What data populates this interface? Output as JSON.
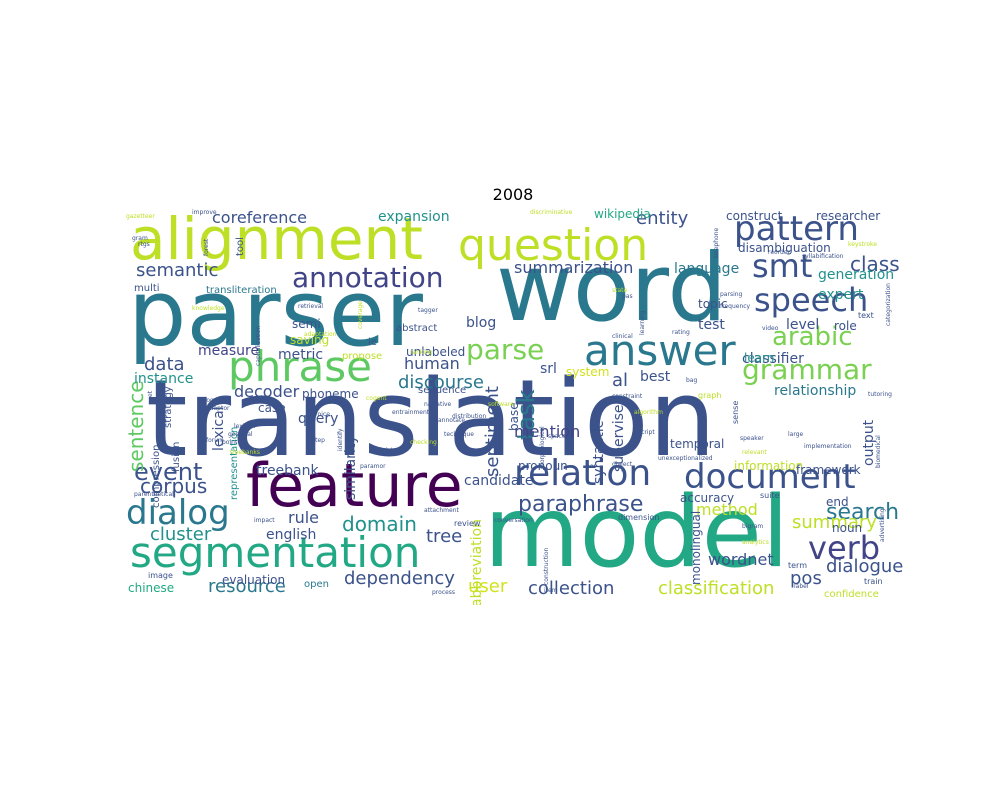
{
  "figure": {
    "title": "2008"
  },
  "palette": {
    "dark_purple": "#440154",
    "indigo": "#3b528b",
    "blue_purple": "#414487",
    "teal_blue": "#2a788e",
    "teal": "#21918c",
    "green_teal": "#22a884",
    "green": "#5ec962",
    "lime": "#7ad151",
    "yellow_green": "#bddf26",
    "yellow": "#d2e21b"
  },
  "words": [
    {
      "text": "translation",
      "color": "#3b528b",
      "weight": 1.0
    },
    {
      "text": "parser",
      "color": "#2a788e",
      "weight": 0.9
    },
    {
      "text": "word",
      "color": "#2a788e",
      "weight": 0.85
    },
    {
      "text": "model",
      "color": "#22a884",
      "weight": 0.85
    },
    {
      "text": "alignment",
      "color": "#bddf26",
      "weight": 0.6
    },
    {
      "text": "feature",
      "color": "#440154",
      "weight": 0.6
    },
    {
      "text": "question",
      "color": "#bddf26",
      "weight": 0.45
    },
    {
      "text": "answer",
      "color": "#2a788e",
      "weight": 0.42
    },
    {
      "text": "segmentation",
      "color": "#22a884",
      "weight": 0.42
    },
    {
      "text": "phrase",
      "color": "#5ec962",
      "weight": 0.42
    },
    {
      "text": "relation",
      "color": "#3b528b",
      "weight": 0.38
    },
    {
      "text": "document",
      "color": "#3b528b",
      "weight": 0.36
    },
    {
      "text": "dialog",
      "color": "#2a788e",
      "weight": 0.3
    },
    {
      "text": "pattern",
      "color": "#3b528b",
      "weight": 0.3
    },
    {
      "text": "smt",
      "color": "#3b528b",
      "weight": 0.28
    },
    {
      "text": "speech",
      "color": "#3b528b",
      "weight": 0.28
    },
    {
      "text": "verb",
      "color": "#414487",
      "weight": 0.28
    },
    {
      "text": "annotation",
      "color": "#414487",
      "weight": 0.26
    },
    {
      "text": "parse",
      "color": "#7ad151",
      "weight": 0.26
    },
    {
      "text": "grammar",
      "color": "#7ad151",
      "weight": 0.26
    },
    {
      "text": "arabic",
      "color": "#7ad151",
      "weight": 0.25
    },
    {
      "text": "event",
      "color": "#3b528b",
      "weight": 0.22
    },
    {
      "text": "paraphrase",
      "color": "#3b528b",
      "weight": 0.2
    },
    {
      "text": "sentence",
      "color": "#5ec962",
      "weight": 0.2
    },
    {
      "text": "task",
      "color": "#2a788e",
      "weight": 0.2
    },
    {
      "text": "class",
      "color": "#3b528b",
      "weight": 0.18
    },
    {
      "text": "search",
      "color": "#2a788e",
      "weight": 0.18
    },
    {
      "text": "corpus",
      "color": "#3b528b",
      "weight": 0.18
    },
    {
      "text": "domain",
      "color": "#21918c",
      "weight": 0.18
    },
    {
      "text": "cluster",
      "color": "#21918c",
      "weight": 0.16
    },
    {
      "text": "summary",
      "color": "#bddf26",
      "weight": 0.16
    },
    {
      "text": "dialogue",
      "color": "#3b528b",
      "weight": 0.16
    },
    {
      "text": "collection",
      "color": "#3b528b",
      "weight": 0.16
    },
    {
      "text": "classification",
      "color": "#bddf26",
      "weight": 0.16
    },
    {
      "text": "data",
      "color": "#3b528b",
      "weight": 0.15
    },
    {
      "text": "semantic",
      "color": "#3b528b",
      "weight": 0.14
    },
    {
      "text": "sentiment",
      "color": "#3b528b",
      "weight": 0.14
    },
    {
      "text": "dependency",
      "color": "#3b528b",
      "weight": 0.14
    },
    {
      "text": "discourse",
      "color": "#2a788e",
      "weight": 0.14
    },
    {
      "text": "mention",
      "color": "#414487",
      "weight": 0.14
    },
    {
      "text": "resource",
      "color": "#2a788e",
      "weight": 0.14
    },
    {
      "text": "entity",
      "color": "#3b528b",
      "weight": 0.13
    },
    {
      "text": "summarization",
      "color": "#3b528b",
      "weight": 0.12
    },
    {
      "text": "coreference",
      "color": "#3b528b",
      "weight": 0.12
    },
    {
      "text": "method",
      "color": "#bddf26",
      "weight": 0.12
    },
    {
      "text": "user",
      "color": "#d2e21b",
      "weight": 0.12
    },
    {
      "text": "pos",
      "color": "#3b528b",
      "weight": 0.12
    },
    {
      "text": "tree",
      "color": "#3b528b",
      "weight": 0.12
    },
    {
      "text": "rule",
      "color": "#3b528b",
      "weight": 0.11
    },
    {
      "text": "al",
      "color": "#3b528b",
      "weight": 0.11
    },
    {
      "text": "human",
      "color": "#3b528b",
      "weight": 0.1
    },
    {
      "text": "decoder",
      "color": "#3b528b",
      "weight": 0.1
    },
    {
      "text": "expansion",
      "color": "#21918c",
      "weight": 0.1
    },
    {
      "text": "relationship",
      "color": "#2a788e",
      "weight": 0.1
    },
    {
      "text": "wordnet",
      "color": "#3b528b",
      "weight": 0.1
    },
    {
      "text": "abbreviation",
      "color": "#bddf26",
      "weight": 0.09
    },
    {
      "text": "language",
      "color": "#2a788e",
      "weight": 0.09
    },
    {
      "text": "generation",
      "color": "#21918c",
      "weight": 0.09
    },
    {
      "text": "query",
      "color": "#3b528b",
      "weight": 0.09
    },
    {
      "text": "instance",
      "color": "#21918c",
      "weight": 0.09
    },
    {
      "text": "measure",
      "color": "#414487",
      "weight": 0.09
    },
    {
      "text": "metric",
      "color": "#3b528b",
      "weight": 0.09
    },
    {
      "text": "level",
      "color": "#3b528b",
      "weight": 0.09
    },
    {
      "text": "classifier",
      "color": "#3b528b",
      "weight": 0.09
    },
    {
      "text": "best",
      "color": "#3b528b",
      "weight": 0.09
    },
    {
      "text": "output",
      "color": "#3b528b",
      "weight": 0.09
    },
    {
      "text": "english",
      "color": "#3b528b",
      "weight": 0.09
    },
    {
      "text": "evaluation",
      "color": "#3b528b",
      "weight": 0.09
    },
    {
      "text": "chinese",
      "color": "#22a884",
      "weight": 0.09
    },
    {
      "text": "treebank",
      "color": "#3b528b",
      "weight": 0.09
    },
    {
      "text": "candidate",
      "color": "#3b528b",
      "weight": 0.09
    },
    {
      "text": "researcher",
      "color": "#3b528b",
      "weight": 0.08
    },
    {
      "text": "wikipedia",
      "color": "#22a884",
      "weight": 0.08
    },
    {
      "text": "construct",
      "color": "#3b528b",
      "weight": 0.08
    },
    {
      "text": "disambiguation",
      "color": "#3b528b",
      "weight": 0.08
    },
    {
      "text": "lexical",
      "color": "#3b528b",
      "weight": 0.08
    },
    {
      "text": "similarity",
      "color": "#3b528b",
      "weight": 0.08
    },
    {
      "text": "srl",
      "color": "#3b528b",
      "weight": 0.08
    },
    {
      "text": "blog",
      "color": "#3b528b",
      "weight": 0.08
    },
    {
      "text": "test",
      "color": "#3b528b",
      "weight": 0.08
    },
    {
      "text": "topic",
      "color": "#3b528b",
      "weight": 0.08
    },
    {
      "text": "expert",
      "color": "#21918c",
      "weight": 0.08
    },
    {
      "text": "role",
      "color": "#3b528b",
      "weight": 0.08
    },
    {
      "text": "learn",
      "color": "#21918c",
      "weight": 0.08
    },
    {
      "text": "system",
      "color": "#d2e21b",
      "weight": 0.08
    },
    {
      "text": "supervise",
      "color": "#3b528b",
      "weight": 0.08
    },
    {
      "text": "syntactic",
      "color": "#3b528b",
      "weight": 0.08
    },
    {
      "text": "temporal",
      "color": "#3b528b",
      "weight": 0.08
    },
    {
      "text": "semi",
      "color": "#3b528b",
      "weight": 0.08
    },
    {
      "text": "saving",
      "color": "#bddf26",
      "weight": 0.08
    },
    {
      "text": "unlabeled",
      "color": "#3b528b",
      "weight": 0.08
    },
    {
      "text": "base",
      "color": "#3b528b",
      "weight": 0.08
    },
    {
      "text": "phoneme",
      "color": "#3b528b",
      "weight": 0.08
    },
    {
      "text": "case",
      "color": "#3b528b",
      "weight": 0.07
    },
    {
      "text": "pronoun",
      "color": "#3b528b",
      "weight": 0.07
    },
    {
      "text": "accuracy",
      "color": "#3b528b",
      "weight": 0.07
    },
    {
      "text": "information",
      "color": "#bddf26",
      "weight": 0.07
    },
    {
      "text": "framework",
      "color": "#3b528b",
      "weight": 0.07
    },
    {
      "text": "noun",
      "color": "#3b528b",
      "weight": 0.07
    },
    {
      "text": "end",
      "color": "#3b528b",
      "weight": 0.07
    },
    {
      "text": "monolingual",
      "color": "#3b528b",
      "weight": 0.07
    },
    {
      "text": "open",
      "color": "#2a788e",
      "weight": 0.07
    },
    {
      "text": "tool",
      "color": "#3b528b",
      "weight": 0.07
    },
    {
      "text": "multi",
      "color": "#3b528b",
      "weight": 0.06
    },
    {
      "text": "transliteration",
      "color": "#2a788e",
      "weight": 0.06
    },
    {
      "text": "fusion",
      "color": "#3b528b",
      "weight": 0.06
    },
    {
      "text": "compression",
      "color": "#3b528b",
      "weight": 0.06
    },
    {
      "text": "representation",
      "color": "#21918c",
      "weight": 0.06
    },
    {
      "text": "strategy",
      "color": "#3b528b",
      "weight": 0.06
    },
    {
      "text": "propose",
      "color": "#bddf26",
      "weight": 0.06
    },
    {
      "text": "ie",
      "color": "#3b528b",
      "weight": 0.06
    },
    {
      "text": "sequence",
      "color": "#3b528b",
      "weight": 0.06
    },
    {
      "text": "abstract",
      "color": "#3b528b",
      "weight": 0.06
    },
    {
      "text": "gazetteer",
      "color": "#bddf26",
      "weight": 0.04
    },
    {
      "text": "improve",
      "color": "#3b528b",
      "weight": 0.04
    },
    {
      "text": "gram",
      "color": "#3b528b",
      "weight": 0.04
    },
    {
      "text": "rtgs",
      "color": "#3b528b",
      "weight": 0.04
    },
    {
      "text": "forest",
      "color": "#3b528b",
      "weight": 0.04
    },
    {
      "text": "knowledge",
      "color": "#bddf26",
      "weight": 0.04
    },
    {
      "text": "retrieval",
      "color": "#3b528b",
      "weight": 0.04
    },
    {
      "text": "capitalization",
      "color": "#3b528b",
      "weight": 0.04
    },
    {
      "text": "coverage",
      "color": "#bddf26",
      "weight": 0.04
    },
    {
      "text": "roget",
      "color": "#3b528b",
      "weight": 0.04
    },
    {
      "text": "adaptor",
      "color": "#3b528b",
      "weight": 0.04
    },
    {
      "text": "adaptation",
      "color": "#bddf26",
      "weight": 0.04
    },
    {
      "text": "narrative",
      "color": "#3b528b",
      "weight": 0.04
    },
    {
      "text": "annotate",
      "color": "#3b528b",
      "weight": 0.04
    },
    {
      "text": "tagger",
      "color": "#3b528b",
      "weight": 0.04
    },
    {
      "text": "entrainment",
      "color": "#3b528b",
      "weight": 0.04
    },
    {
      "text": "ranking",
      "color": "#bddf26",
      "weight": 0.04
    },
    {
      "text": "cogent",
      "color": "#bddf26",
      "weight": 0.04
    },
    {
      "text": "discriminative",
      "color": "#bddf26",
      "weight": 0.04
    },
    {
      "text": "state",
      "color": "#bddf26",
      "weight": 0.04
    },
    {
      "text": "pas",
      "color": "#3b528b",
      "weight": 0.04
    },
    {
      "text": "learning",
      "color": "#3b528b",
      "weight": 0.04
    },
    {
      "text": "parsing",
      "color": "#3b528b",
      "weight": 0.04
    },
    {
      "text": "frequency",
      "color": "#3b528b",
      "weight": 0.04
    },
    {
      "text": "rating",
      "color": "#3b528b",
      "weight": 0.04
    },
    {
      "text": "video",
      "color": "#3b528b",
      "weight": 0.04
    },
    {
      "text": "text",
      "color": "#3b528b",
      "weight": 0.04
    },
    {
      "text": "reorder",
      "color": "#3b528b",
      "weight": 0.04
    },
    {
      "text": "keystroke",
      "color": "#bddf26",
      "weight": 0.04
    },
    {
      "text": "syllabification",
      "color": "#3b528b",
      "weight": 0.04
    },
    {
      "text": "telephone",
      "color": "#3b528b",
      "weight": 0.04
    },
    {
      "text": "categorization",
      "color": "#3b528b",
      "weight": 0.04
    },
    {
      "text": "tutoring",
      "color": "#3b528b",
      "weight": 0.04
    },
    {
      "text": "clinical",
      "color": "#3b528b",
      "weight": 0.04
    },
    {
      "text": "constraint",
      "color": "#3b528b",
      "weight": 0.04
    },
    {
      "text": "algorithm",
      "color": "#bddf26",
      "weight": 0.04
    },
    {
      "text": "bag",
      "color": "#3b528b",
      "weight": 0.04
    },
    {
      "text": "graph",
      "color": "#bddf26",
      "weight": 0.04
    },
    {
      "text": "sense",
      "color": "#3b528b",
      "weight": 0.04
    },
    {
      "text": "voice",
      "color": "#3b528b",
      "weight": 0.04
    },
    {
      "text": "identify",
      "color": "#3b528b",
      "weight": 0.04
    },
    {
      "text": "distribution",
      "color": "#3b528b",
      "weight": 0.04
    },
    {
      "text": "morphological",
      "color": "#3b528b",
      "weight": 0.04
    },
    {
      "text": "lexicon",
      "color": "#3b528b",
      "weight": 0.04
    },
    {
      "text": "gestural",
      "color": "#3b528b",
      "weight": 0.04
    },
    {
      "text": "forum",
      "color": "#3b528b",
      "weight": 0.04
    },
    {
      "text": "point",
      "color": "#3b528b",
      "weight": 0.04
    },
    {
      "text": "treebanks",
      "color": "#bddf26",
      "weight": 0.04
    },
    {
      "text": "step",
      "color": "#3b528b",
      "weight": 0.04
    },
    {
      "text": "joint",
      "color": "#3b528b",
      "weight": 0.04
    },
    {
      "text": "checking",
      "color": "#bddf26",
      "weight": 0.04
    },
    {
      "text": "technique",
      "color": "#3b528b",
      "weight": 0.04
    },
    {
      "text": "space",
      "color": "#3b528b",
      "weight": 0.04
    },
    {
      "text": "script",
      "color": "#3b528b",
      "weight": 0.04
    },
    {
      "text": "speaker",
      "color": "#3b528b",
      "weight": 0.04
    },
    {
      "text": "large",
      "color": "#3b528b",
      "weight": 0.04
    },
    {
      "text": "biomedical",
      "color": "#3b528b",
      "weight": 0.04
    },
    {
      "text": "implementation",
      "color": "#3b528b",
      "weight": 0.04
    },
    {
      "text": "relevant",
      "color": "#bddf26",
      "weight": 0.04
    },
    {
      "text": "dialect",
      "color": "#3b528b",
      "weight": 0.04
    },
    {
      "text": "ner",
      "color": "#3b528b",
      "weight": 0.04
    },
    {
      "text": "unexceptionalized",
      "color": "#3b528b",
      "weight": 0.04
    },
    {
      "text": "paramor",
      "color": "#3b528b",
      "weight": 0.04
    },
    {
      "text": "parenthetical",
      "color": "#3b528b",
      "weight": 0.04
    },
    {
      "text": "impact",
      "color": "#3b528b",
      "weight": 0.04
    },
    {
      "text": "attachment",
      "color": "#3b528b",
      "weight": 0.04
    },
    {
      "text": "review",
      "color": "#3b528b",
      "weight": 0.04
    },
    {
      "text": "conversation",
      "color": "#3b528b",
      "weight": 0.04
    },
    {
      "text": "construction",
      "color": "#3b528b",
      "weight": 0.04
    },
    {
      "text": "dimension",
      "color": "#3b528b",
      "weight": 0.04
    },
    {
      "text": "item",
      "color": "#3b528b",
      "weight": 0.04
    },
    {
      "text": "suite",
      "color": "#3b528b",
      "weight": 0.04
    },
    {
      "text": "bigram",
      "color": "#3b528b",
      "weight": 0.04
    },
    {
      "text": "analytics",
      "color": "#bddf26",
      "weight": 0.04
    },
    {
      "text": "advertising",
      "color": "#3b528b",
      "weight": 0.04
    },
    {
      "text": "label",
      "color": "#3b528b",
      "weight": 0.04
    },
    {
      "text": "train",
      "color": "#3b528b",
      "weight": 0.04
    },
    {
      "text": "confidence",
      "color": "#bddf26",
      "weight": 0.04
    },
    {
      "text": "process",
      "color": "#3b528b",
      "weight": 0.04
    },
    {
      "text": "software",
      "color": "#bddf26",
      "weight": 0.04
    },
    {
      "text": "image",
      "color": "#3b528b",
      "weight": 0.04
    },
    {
      "text": "term",
      "color": "#3b528b",
      "weight": 0.04
    },
    {
      "text": "et",
      "color": "#3b528b",
      "weight": 0.04
    }
  ]
}
